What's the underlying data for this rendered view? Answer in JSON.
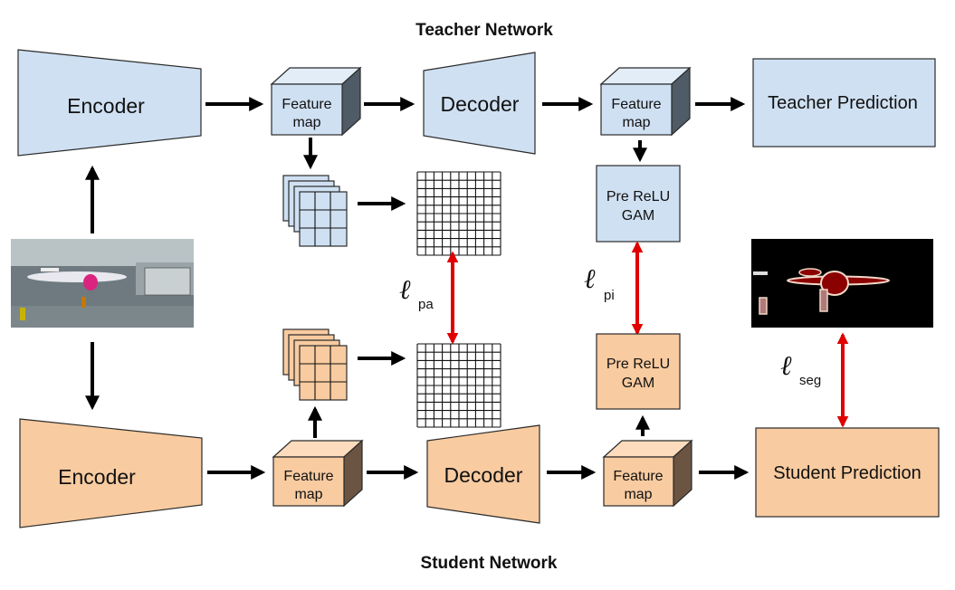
{
  "titles": {
    "teacher": "Teacher Network",
    "student": "Student Network"
  },
  "teacher": {
    "encoder": "Encoder",
    "feature_map_1": [
      "Feature",
      "map"
    ],
    "decoder": "Decoder",
    "feature_map_2": [
      "Feature",
      "map"
    ],
    "prediction": "Teacher Prediction",
    "gam": [
      "Pre ReLU",
      "GAM"
    ]
  },
  "student": {
    "encoder": "Encoder",
    "feature_map_1": [
      "Feature",
      "map"
    ],
    "decoder": "Decoder",
    "feature_map_2": [
      "Feature",
      "map"
    ],
    "prediction": "Student Prediction",
    "gam": [
      "Pre ReLU",
      "GAM"
    ]
  },
  "losses": {
    "pa": {
      "symbol": "ℓ",
      "subscript": "pa"
    },
    "pi": {
      "symbol": "ℓ",
      "subscript": "pi"
    },
    "seg": {
      "symbol": "ℓ",
      "subscript": "seg"
    }
  },
  "colors": {
    "teacher_fill": "#cfe0f2",
    "student_fill": "#f8cba0",
    "loss_arrow": "#e00000"
  }
}
